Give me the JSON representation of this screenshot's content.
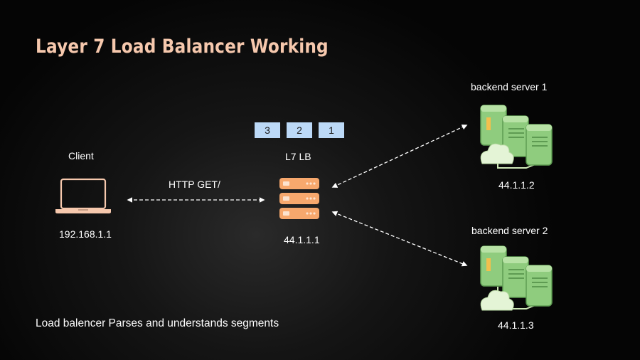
{
  "title": "Layer 7 Load Balancer Working",
  "client": {
    "label": "Client",
    "ip": "192.168.1.1"
  },
  "request": {
    "label": "HTTP GET/"
  },
  "load_balancer": {
    "label": "L7 LB",
    "ip": "44.1.1.1",
    "queue": [
      "3",
      "2",
      "1"
    ]
  },
  "servers": [
    {
      "label": "backend server 1",
      "ip": "44.1.1.2"
    },
    {
      "label": "backend server 2",
      "ip": "44.1.1.3"
    }
  ],
  "footer": "Load balencer Parses and understands segments",
  "colors": {
    "title": "#f6c8ad",
    "laptop": "#f6c8ad",
    "lb": "#f7a86d",
    "queue": "#bcd9f7",
    "server": "#8fcc7e",
    "cloud": "#e4f4d6"
  }
}
